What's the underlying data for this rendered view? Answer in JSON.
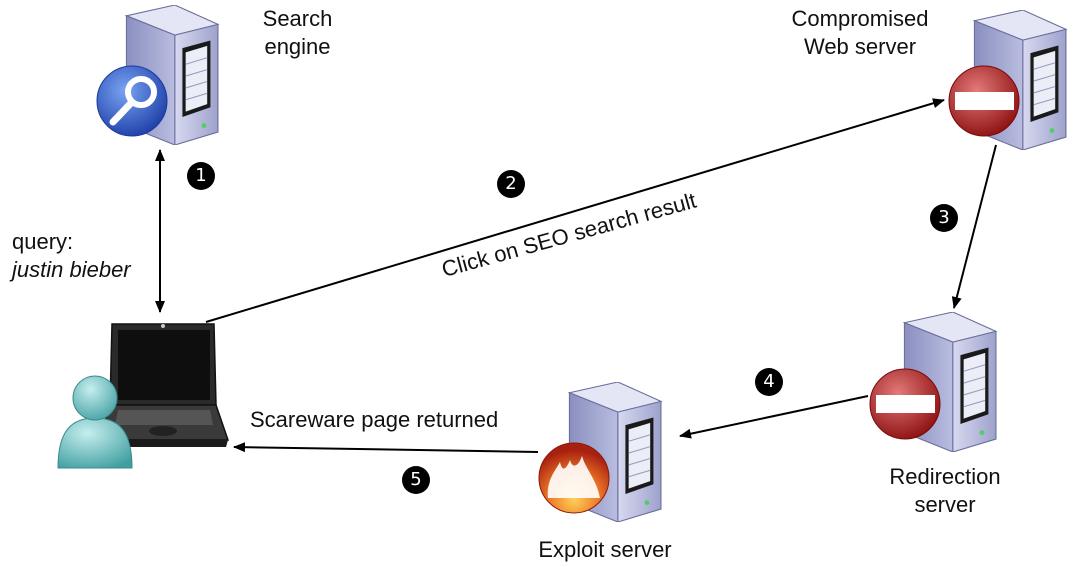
{
  "nodes": {
    "search_engine": {
      "label_line1": "Search",
      "label_line2": "engine",
      "badge": "magnifier-icon"
    },
    "compromised_server": {
      "label_line1": "Compromised",
      "label_line2": "Web server",
      "badge": "no-entry-icon"
    },
    "redirection_server": {
      "label_line1": "Redirection",
      "label_line2": "server",
      "badge": "no-entry-icon"
    },
    "exploit_server": {
      "label": "Exploit server",
      "badge": "fire-icon"
    },
    "user": {
      "badge": "user-icon",
      "device": "laptop-icon"
    }
  },
  "query": {
    "label": "query:",
    "value": "justin bieber"
  },
  "edges": [
    {
      "step": "1",
      "from": "user",
      "to": "search_engine",
      "label": ""
    },
    {
      "step": "2",
      "from": "user",
      "to": "compromised_server",
      "label": "Click on SEO search result"
    },
    {
      "step": "3",
      "from": "compromised_server",
      "to": "redirection_server",
      "label": ""
    },
    {
      "step": "4",
      "from": "redirection_server",
      "to": "exploit_server",
      "label": ""
    },
    {
      "step": "5",
      "from": "exploit_server",
      "to": "user",
      "label": "Scareware page returned"
    }
  ],
  "colors": {
    "server_body": "#b6b9dc",
    "search_badge": "#2d55c8",
    "no_entry_badge": "#b81c1c",
    "fire_badge": "#d8531a",
    "user_icon": "#5fb8b8"
  }
}
